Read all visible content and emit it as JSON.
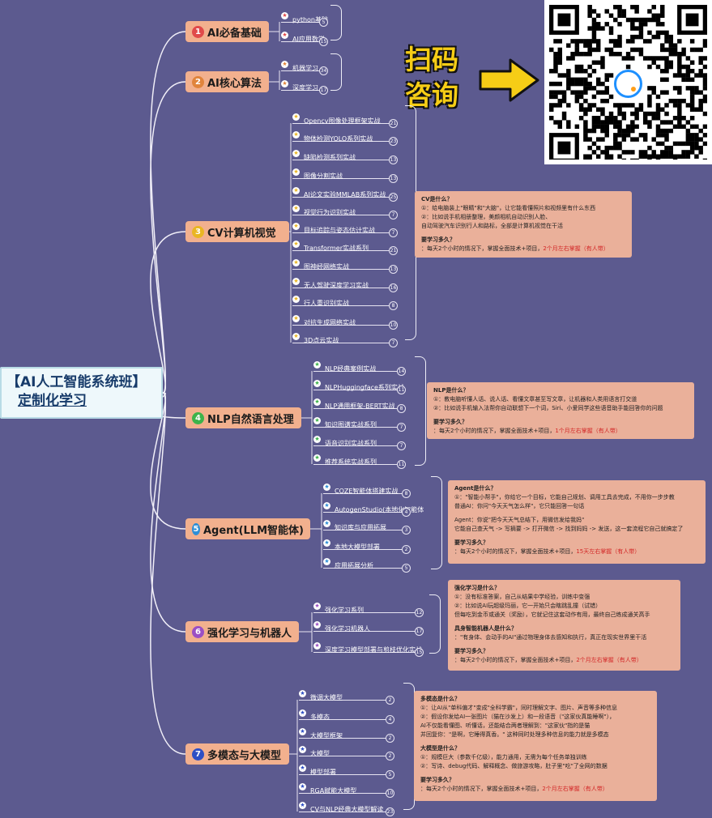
{
  "root": {
    "line1": "【AI人工智能系统班】",
    "line2": "定制化学习"
  },
  "cta": {
    "line1": "扫码",
    "line2": "咨询"
  },
  "colors": {
    "bg": "#5c5a8f",
    "branch": "#f2b08e",
    "note": "#eab09a",
    "highlight": "#d32626"
  },
  "branches": [
    {
      "num": "1",
      "label": "AI必备基础",
      "color": "#e04a4a",
      "icon": "pink-star-icon",
      "leaves": [
        {
          "text": "python基础",
          "count": "5"
        },
        {
          "text": "AI应用数学",
          "count": "15"
        }
      ]
    },
    {
      "num": "2",
      "label": "AI核心算法",
      "color": "#e0843c",
      "icon": "orange-star-icon",
      "leaves": [
        {
          "text": "机器学习",
          "count": "34"
        },
        {
          "text": "深度学习",
          "count": "17"
        }
      ]
    },
    {
      "num": "3",
      "label": "CV计算机视觉",
      "color": "#e9b623",
      "icon": "yellow-star-icon",
      "leaves": [
        {
          "text": "Opencv图像处理框架实战",
          "count": "21"
        },
        {
          "text": "物体检测YOLO系列实战",
          "count": "23"
        },
        {
          "text": "缺陷检测系列实战",
          "count": "13"
        },
        {
          "text": "图像分割实战",
          "count": "13"
        },
        {
          "text": "AI论文实验MMLAB系列实战",
          "count": "25"
        },
        {
          "text": "视觉行为识别实战",
          "count": "7"
        },
        {
          "text": "目标追踪与姿态估计实战",
          "count": "7"
        },
        {
          "text": "Transformer实战系列",
          "count": "21"
        },
        {
          "text": "图神经网络实战",
          "count": "13"
        },
        {
          "text": "无人驾驶深度学习实战",
          "count": "16"
        },
        {
          "text": "行人重识别实战",
          "count": "8"
        },
        {
          "text": "对抗生成网络实战",
          "count": "10"
        },
        {
          "text": "3D点云实战",
          "count": "7"
        }
      ]
    },
    {
      "num": "4",
      "label": "NLP自然语言处理",
      "color": "#3db34a",
      "icon": "green-star-icon",
      "leaves": [
        {
          "text": "NLP经典案例实战",
          "count": "14"
        },
        {
          "text": "NLPHuggingface系列实战",
          "count": "11"
        },
        {
          "text": "NLP通用框架-BERT实战",
          "count": "8"
        },
        {
          "text": "知识图谱实战系列",
          "count": "7"
        },
        {
          "text": "语音识别实战系列",
          "count": "7"
        },
        {
          "text": "推荐系统实战系列",
          "count": "11"
        }
      ]
    },
    {
      "num": "5",
      "label": "Agent(LLM智能体)",
      "color": "#2f8fd6",
      "icon": "blue-star-icon",
      "leaves": [
        {
          "text": "COZE智能体搭建实战",
          "count": "8"
        },
        {
          "text": "AutogenStudio(本地化智能体",
          "count": "4"
        },
        {
          "text": "知识库与应用拓展",
          "count": "3"
        },
        {
          "text": "本地大模型部署",
          "count": "2"
        },
        {
          "text": "应用拓展分析",
          "count": "5"
        }
      ]
    },
    {
      "num": "6",
      "label": "强化学习与机器人",
      "color": "#9b4fc4",
      "icon": "purple-star-icon",
      "leaves": [
        {
          "text": "强化学习系列",
          "count": "12"
        },
        {
          "text": "强化学习机器人",
          "count": "17"
        },
        {
          "text": "深度学习模型部署与剪枝优化实战",
          "count": "15"
        }
      ]
    },
    {
      "num": "7",
      "label": "多模态与大模型",
      "color": "#2e4fc4",
      "icon": "magenta-star-icon",
      "leaves": [
        {
          "text": "微调大模型",
          "count": "2"
        },
        {
          "text": "多模态",
          "count": "4"
        },
        {
          "text": "大模型框架",
          "count": "2"
        },
        {
          "text": "大模型",
          "count": "2"
        },
        {
          "text": "模型部署",
          "count": "5"
        },
        {
          "text": "RGA赋能大模型",
          "count": "10"
        },
        {
          "text": "CV与NLP经典大模型解读",
          "count": "23"
        }
      ]
    }
  ],
  "notes": {
    "cv": {
      "q1": "CV是什么？",
      "lines": [
        "①：给电脑装上\"眼睛\"和\"大脑\"，让它能看懂照片和视频里有什么东西",
        "②：比如说手机相册整理，美颜相机自动识别人脸、",
        "自动驾驶汽车识别行人和路标，全部是计算机视觉在干活"
      ],
      "q2": "要学习多久？",
      "tail": "：每天2个小时的情况下，掌握全面技术+项目，",
      "red": "2个月左右掌握（有人带）"
    },
    "nlp": {
      "q1": "NLP是什么？",
      "lines": [
        "①：教电脑听懂人话、说人话、看懂文章甚至写文章，让机器和人类用语言打交道",
        "②：比如说手机输入法帮你自动联想下一个词，Siri、小爱同学这些语音助手能回答你的问题"
      ],
      "q2": "要学习多久？",
      "tail": "：每天2个小时的情况下，掌握全面技术+项目，",
      "red": "1个月左右掌握（有人带）"
    },
    "agent": {
      "q1": "Agent是什么？",
      "lines": [
        "①：\"智能小帮手\"，你给它一个目标，它能自己规划、调用工具去完成，不用你一步步教",
        "普通AI：你问\"今天天气怎么样\"，它只能回答一句话",
        "",
        "Agent：你说\"把今天天气总结下，用微信发给我妈\"",
        "它能自己查天气 -> 写摘要 -> 打开微信 -> 找到妈妈 -> 发送，这一套流程它自己就搞定了"
      ],
      "q2": "要学习多久？",
      "tail": "：每天2个小时的情况下，掌握全面技术+项目，",
      "red": "15天左右掌握（有人带）"
    },
    "rl": {
      "q1": "强化学习是什么？",
      "lines": [
        "①：没有标准答案，自己从结果中学经验，训练中变强",
        "②：比如说AI玩超级玛丽，它一开始只会瞎跳乱撞（试错）",
        "但每吃到金币或通关（奖励），它就记住这套动作有用，最终自己练成通关高手"
      ],
      "q3": "具身智能机器人是什么？",
      "lines2": [
        "：\"有身体、会动手的AI\"通过物理身体去感知和执行，真正在现实世界里干活"
      ],
      "q2": "要学习多久？",
      "tail": "：每天2个小时的情况下，掌握全面技术+项目，",
      "red": "2个月左右掌握（有人带）"
    },
    "mm": {
      "q1": "多模态是什么？",
      "lines": [
        "①：让AI从\"单科偏才\"变成\"全科学霸\"，同时理解文字、图片、声音等多种信息",
        "②：假设你发给AI一张图片（猫在沙发上）和一段语音（\"这家伙真能睡啊\"），",
        "AI不仅能看懂图、听懂话，还能结合两者理解到：\"这家伙\"指的是猫",
        "并回复你：\"是啊，它睡得真香。\" 这种同时处理多种信息的能力就是多模态"
      ],
      "q3": "大模型是什么？",
      "lines2": [
        "①：规模巨大（参数千亿级），能力通用，无需为每个任务单独训练",
        "②：写诗、debug代码、解释概念、做旅游攻略，肚子里\"吃\"了全网的数据"
      ],
      "q2": "要学习多久？",
      "tail": "：每天2个小时的情况下，掌握全面技术+项目，",
      "red": "2个月左右掌握（有人带）"
    }
  }
}
